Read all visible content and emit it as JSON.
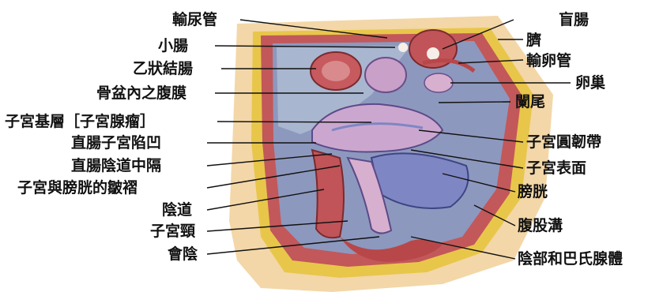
{
  "labels": {
    "ureter": "輸尿管",
    "small_intestine": "小腸",
    "sigmoid_colon": "乙狀結腸",
    "pelvic_peritoneum": "骨盆內之腹膜",
    "uterine_fundus_fibroid": "子宮基層［子宮腺瘤］",
    "rectouterine_pouch": "直腸子宮陷凹",
    "rectovaginal_septum": "直腸陰道中隔",
    "vesicouterine_fold": "子宮與膀胱的皺褶",
    "vagina": "陰道",
    "cervix": "子宮頸",
    "perineum": "會陰",
    "cecum": "盲腸",
    "navel": "臍",
    "fallopian_tube": "輸卵管",
    "ovary": "卵巢",
    "appendix": "闌尾",
    "round_ligament": "子宮圓韌帶",
    "uterine_surface": "子宮表面",
    "bladder": "膀胱",
    "inguinal_canal": "腹股溝",
    "vulva_bartholin_gland": "陰部和巴氏腺體"
  },
  "colors": {
    "skin": "#f3d7a8",
    "fat": "#e8c64a",
    "muscle": "#b8474a",
    "organ_purple": "#c9a0c8",
    "organ_blue": "#7f86c4",
    "cavity": "#9aa6c4",
    "leader_line": "#111111"
  }
}
